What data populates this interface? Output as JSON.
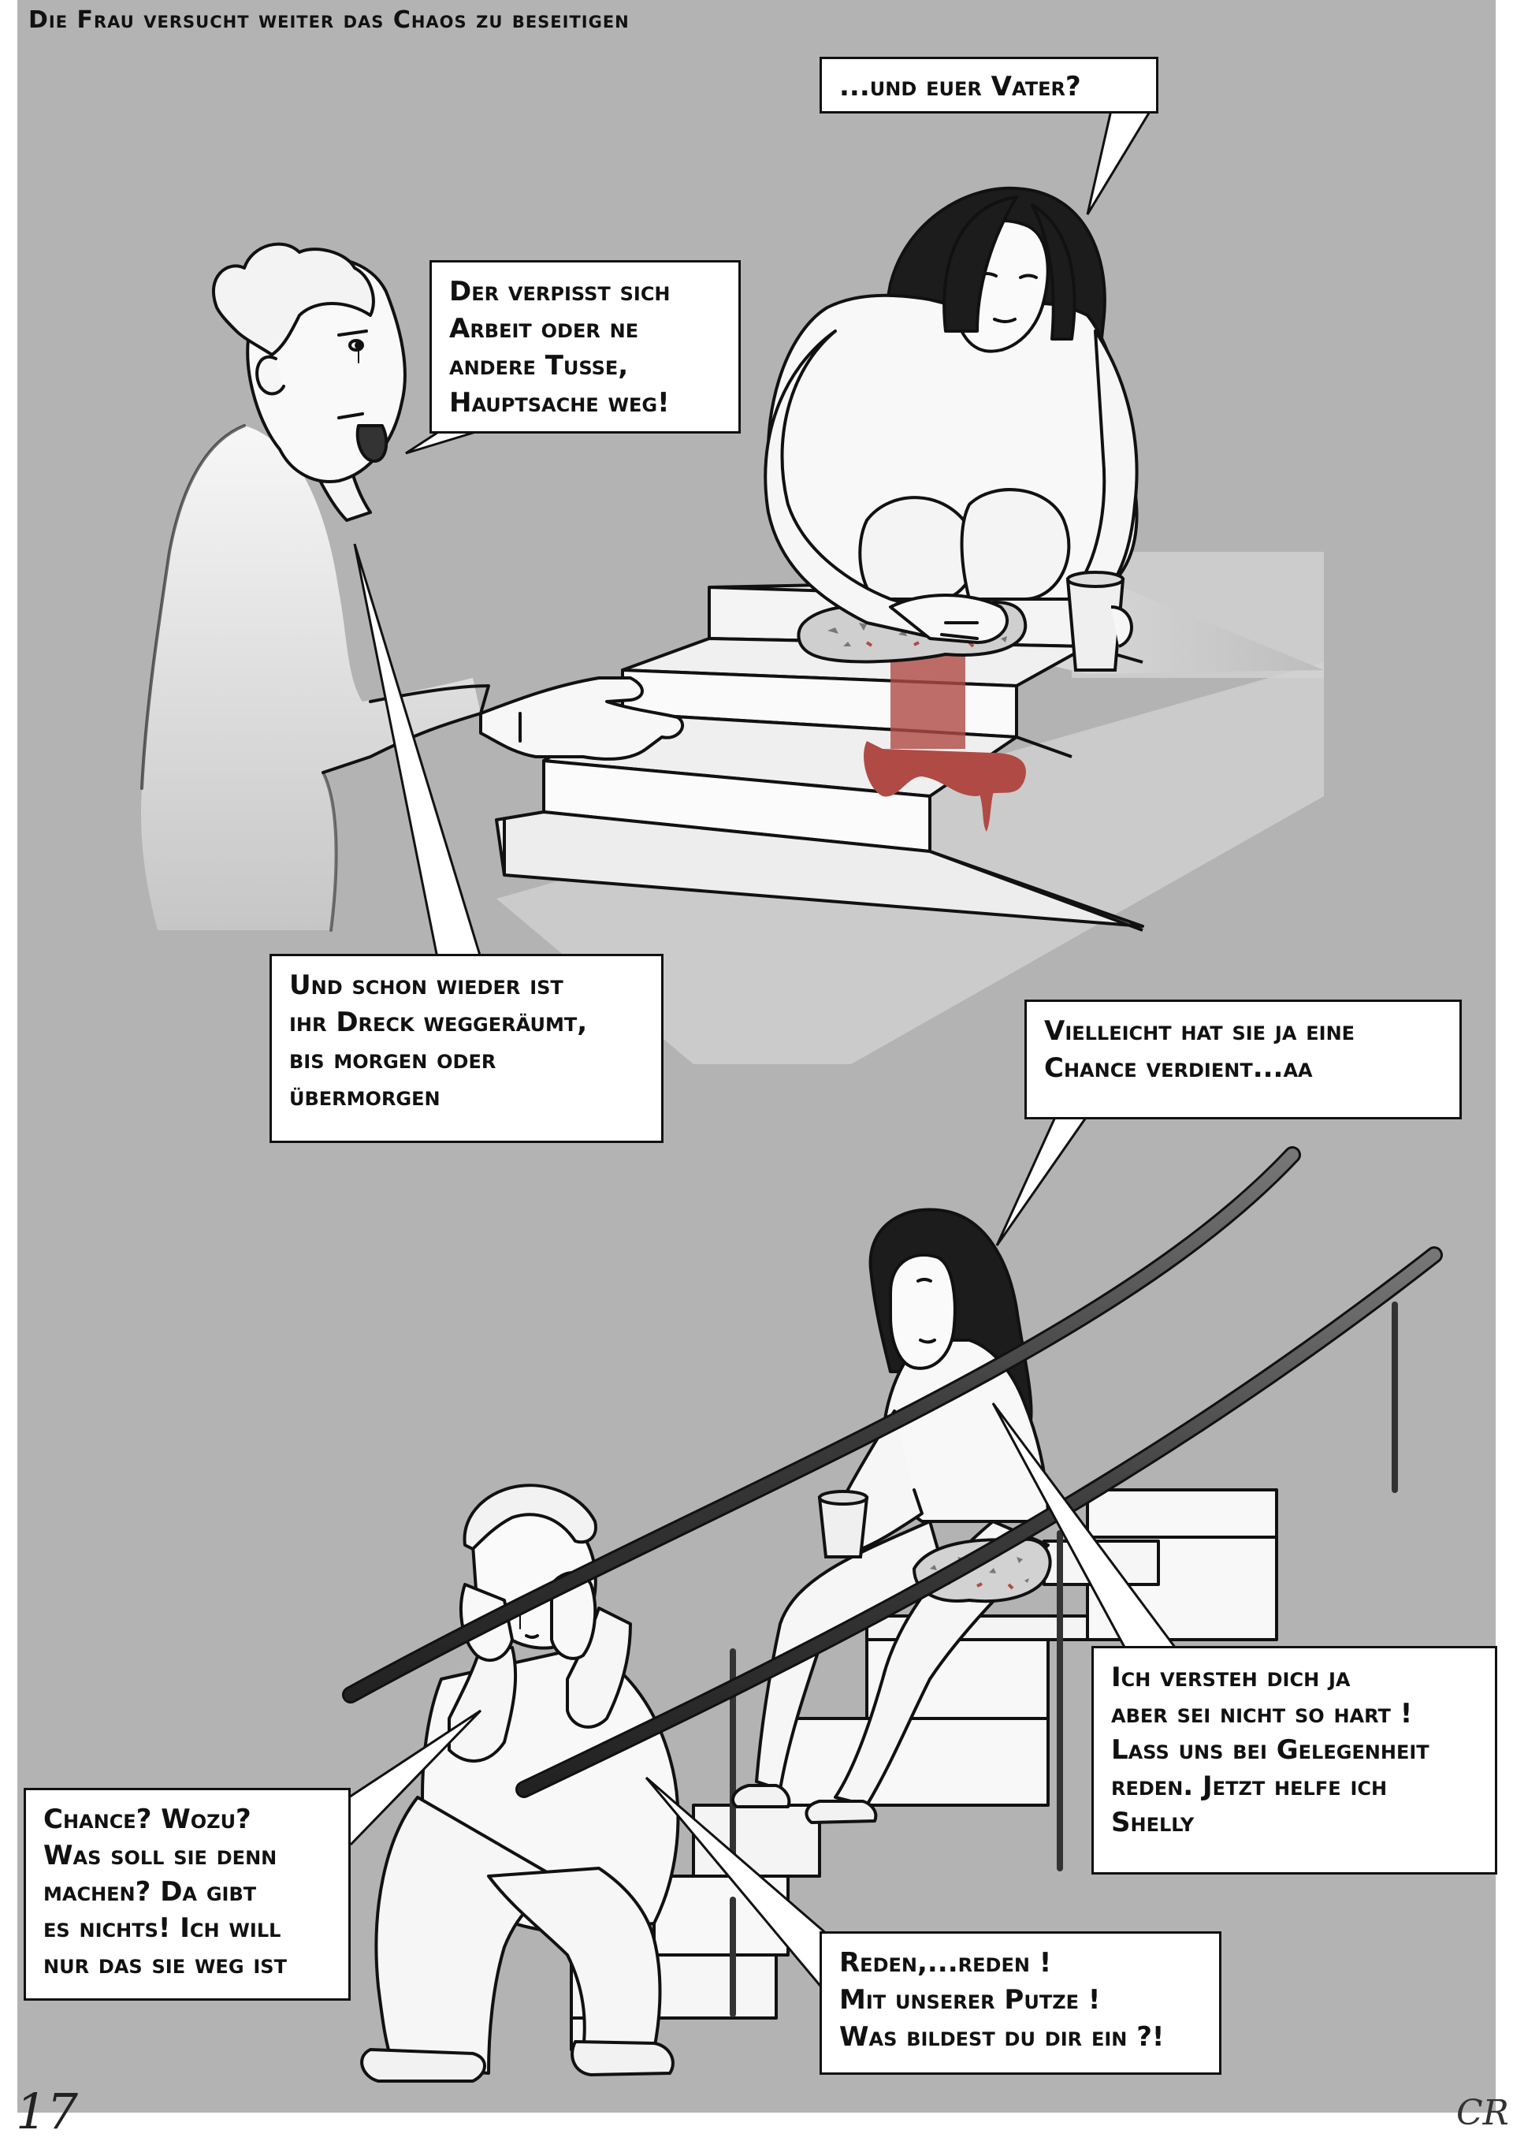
{
  "caption": "Die Frau versucht weiter das Chaos zu beseitigen",
  "panel1": {
    "bubble_father_question": "...und euer Vater?",
    "bubble_son": "Der verpisst sich\nArbeit oder ne\nandere Tusse,\nHauptsache weg!",
    "bubble_son_thought": "Und schon wieder ist\nihr Dreck weggeräumt,\nbis morgen oder\nübermorgen"
  },
  "panel2": {
    "bubble_woman": "Vielleicht hat sie ja eine\nChance verdient...aa",
    "bubble_woman_2": "Ich versteh dich ja\naber sei nicht so hart !\nLass uns bei Gelegenheit\nreden. Jetzt helfe ich\nShelly",
    "bubble_son": "Chance? Wozu?\nWas soll sie denn\nmachen? Da gibt\nes nichts! Ich will\nnur das sie weg ist",
    "bubble_son_2": "Reden,...reden !\nMit unserer Putze !\nWas bildest du dir ein ?!"
  },
  "page_number": "17",
  "signature": "CR",
  "colors": {
    "background": "#b3b3b3",
    "blood": "#b04a45",
    "railing": "#4a4a4a"
  }
}
